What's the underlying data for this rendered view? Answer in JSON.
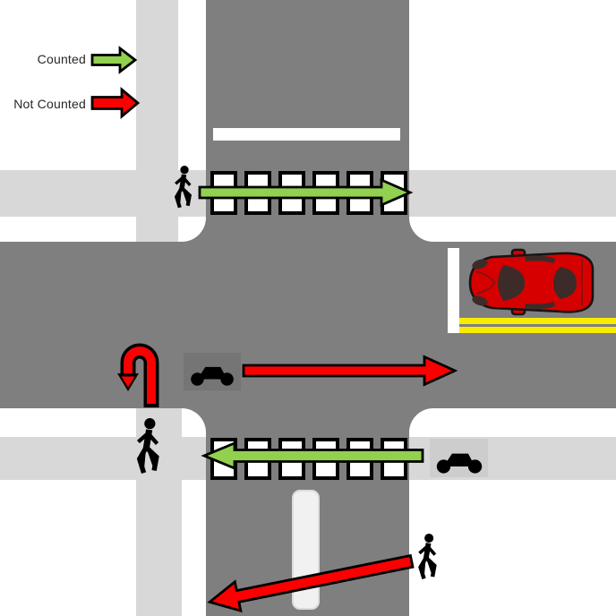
{
  "legend": {
    "counted_label": "Counted",
    "not_counted_label": "Not Counted"
  },
  "colors": {
    "counted": "#92d050",
    "not_counted": "#fb0000",
    "road_dark": "#7f7f7f",
    "road_light": "#d8d8d8",
    "lane_yellow": "#f7ec00",
    "island_light": "#f1f1f1",
    "car_red": "#d60000",
    "marking_white": "#ffffff"
  },
  "crosswalks": {
    "top_squares": 6,
    "bottom_squares": 6
  },
  "movements": [
    {
      "id": "pedestrian-top-crosswalk",
      "icon": "pedestrian-icon",
      "direction": "east",
      "status": "counted"
    },
    {
      "id": "vehicle-u-turn",
      "icon": "u-turn-arrow",
      "direction": "u-turn",
      "status": "not_counted"
    },
    {
      "id": "bicycle-roadway-through",
      "icon": "bicycle-icon",
      "direction": "east",
      "status": "not_counted"
    },
    {
      "id": "bicycle-bottom-crosswalk",
      "icon": "bicycle-icon",
      "direction": "west",
      "status": "counted"
    },
    {
      "id": "pedestrian-diagonal-crossing",
      "icon": "pedestrian-icon",
      "direction": "southwest",
      "status": "not_counted"
    }
  ]
}
